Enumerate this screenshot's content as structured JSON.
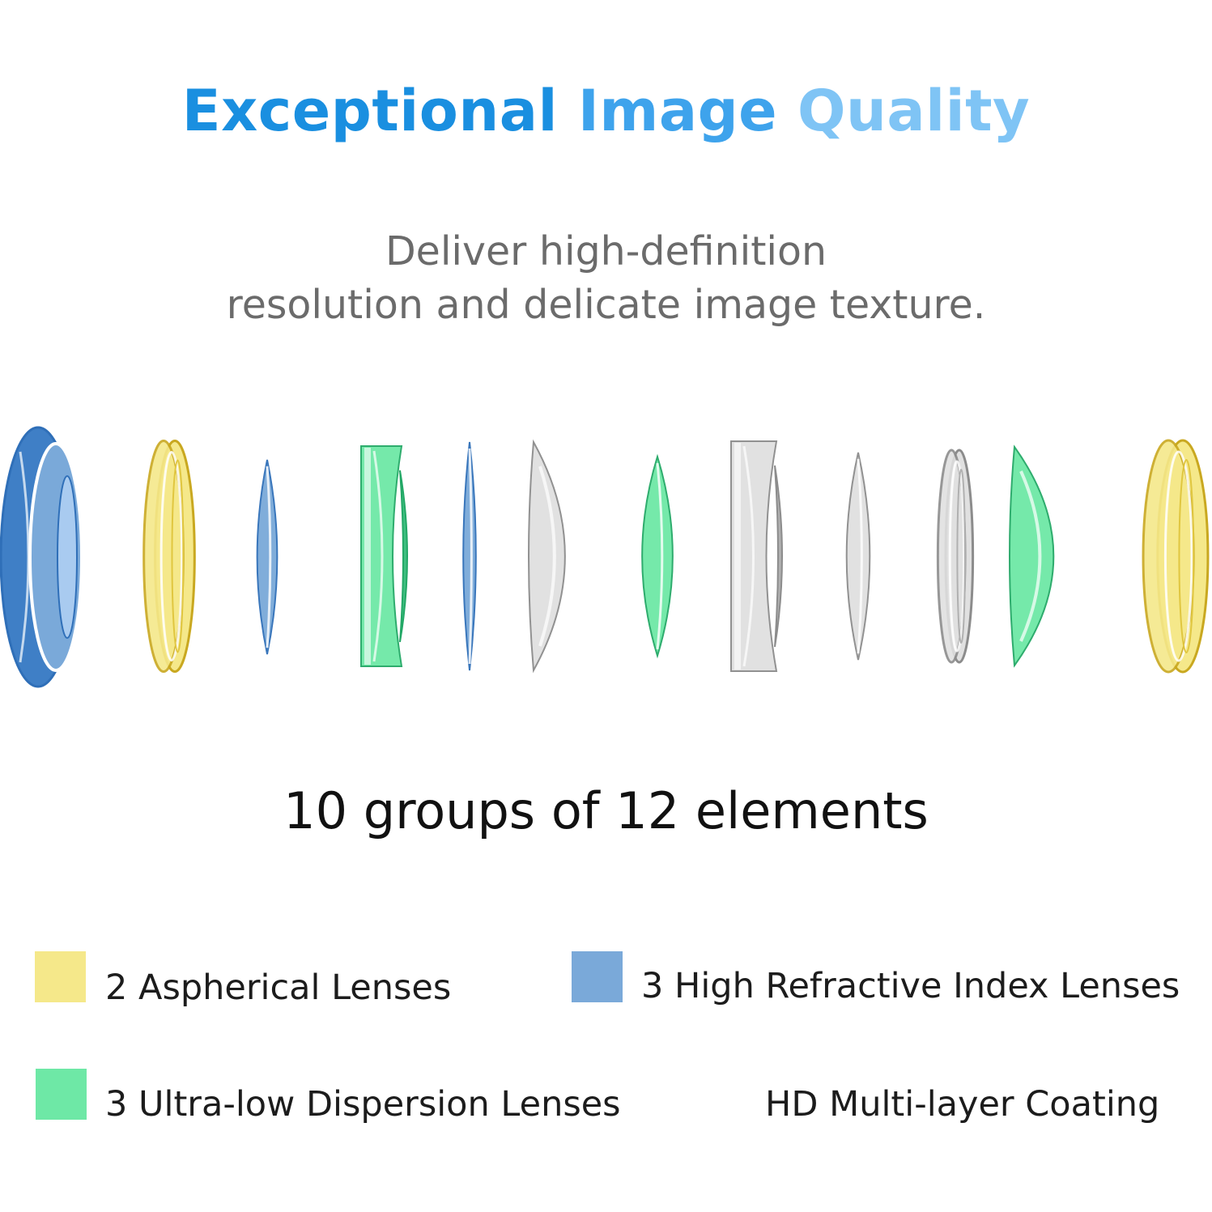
{
  "headline": {
    "word1": "Exceptional",
    "word2": "Image",
    "word3": "Quality",
    "colors": [
      "#1a8fe0",
      "#3ea3ec",
      "#7fc4f5"
    ]
  },
  "subtitle": {
    "line1": "Deliver high-definition",
    "line2": "resolution and delicate image texture."
  },
  "lenses": [
    {
      "kind": "blue"
    },
    {
      "kind": "yellow"
    },
    {
      "kind": "blue"
    },
    {
      "kind": "green"
    },
    {
      "kind": "blue"
    },
    {
      "kind": "clear"
    },
    {
      "kind": "green"
    },
    {
      "kind": "clear"
    },
    {
      "kind": "clear"
    },
    {
      "kind": "clear"
    },
    {
      "kind": "green"
    },
    {
      "kind": "yellow"
    }
  ],
  "lens_colors": {
    "yellow": "#f5e88a",
    "blue": "#7aa9d9",
    "green": "#6ee8a6",
    "clear": "#e0e0e0"
  },
  "groups_text": "10 groups of 12 elements",
  "legend": [
    {
      "label": "2 Aspherical Lenses",
      "color": "#f5e88a"
    },
    {
      "label": "3 High Refractive Index Lenses",
      "color": "#7aa9d9"
    },
    {
      "label": "3 Ultra-low Dispersion Lenses",
      "color": "#6ee8a6"
    },
    {
      "label": "HD Multi-layer Coating"
    }
  ]
}
